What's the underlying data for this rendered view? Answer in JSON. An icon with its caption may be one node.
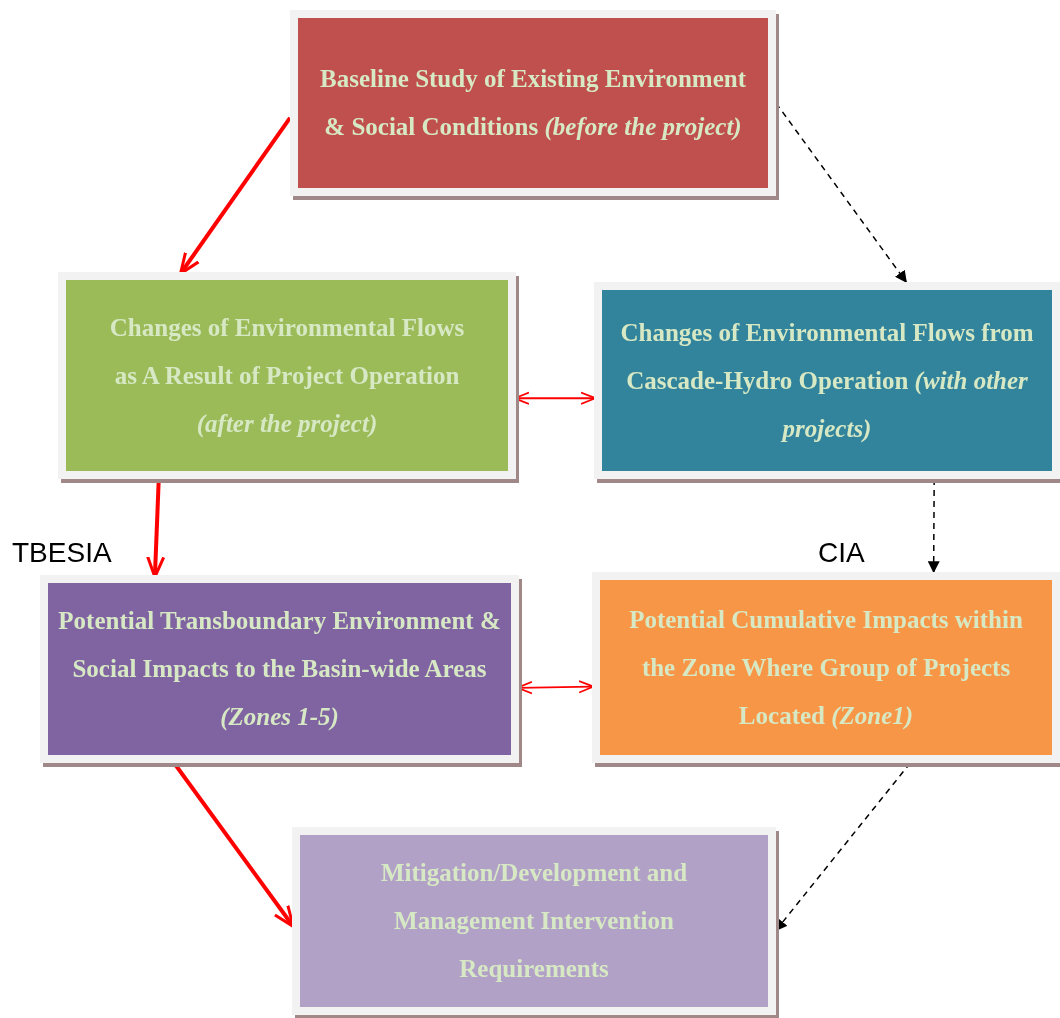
{
  "diagram": {
    "nodes": [
      {
        "text": [
          "Baseline Study of Existing Environment & Social Conditions *(before the project)*"
        ]
      },
      {
        "text": [
          "Changes of Environmental Flows as A Result of Project Operation *(after the project)*"
        ]
      },
      {
        "text": [
          "Changes of Environmental Flows from Cascade-Hydro Operation *(with other projects)*"
        ]
      },
      {
        "text": [
          "Potential Transboundary Environment & Social Impacts to the Basin-wide Areas *(Zones 1-5)*"
        ]
      },
      {
        "text": [
          "Potential Cumulative Impacts within the Zone Where Group of Projects Located *(Zone1)*"
        ]
      },
      {
        "text": [
          "Mitigation/Development and Management Intervention Requirements"
        ]
      }
    ],
    "edges": [
      {
        "from": 0,
        "to": 1,
        "arrow": "to",
        "style": "thick"
      },
      {
        "from": 0,
        "to": 2,
        "arrow": "to",
        "style": "dashed",
        "color": "#000000"
      },
      {
        "from": 1,
        "to": 2,
        "arrow": "both"
      },
      {
        "from": 1,
        "to": 3,
        "arrow": "to",
        "style": "thick"
      },
      {
        "from": 2,
        "to": 4,
        "arrow": "to",
        "style": "dashed",
        "color": "#000000"
      },
      {
        "from": 3,
        "to": 4,
        "arrow": "both"
      },
      {
        "from": 3,
        "to": 5,
        "arrow": "to",
        "style": "thick"
      },
      {
        "from": 4,
        "to": 5,
        "arrow": "to",
        "style": "dashed",
        "color": "#000000"
      }
    ],
    "labels": [
      "TBESIA",
      "CIA"
    ]
  }
}
